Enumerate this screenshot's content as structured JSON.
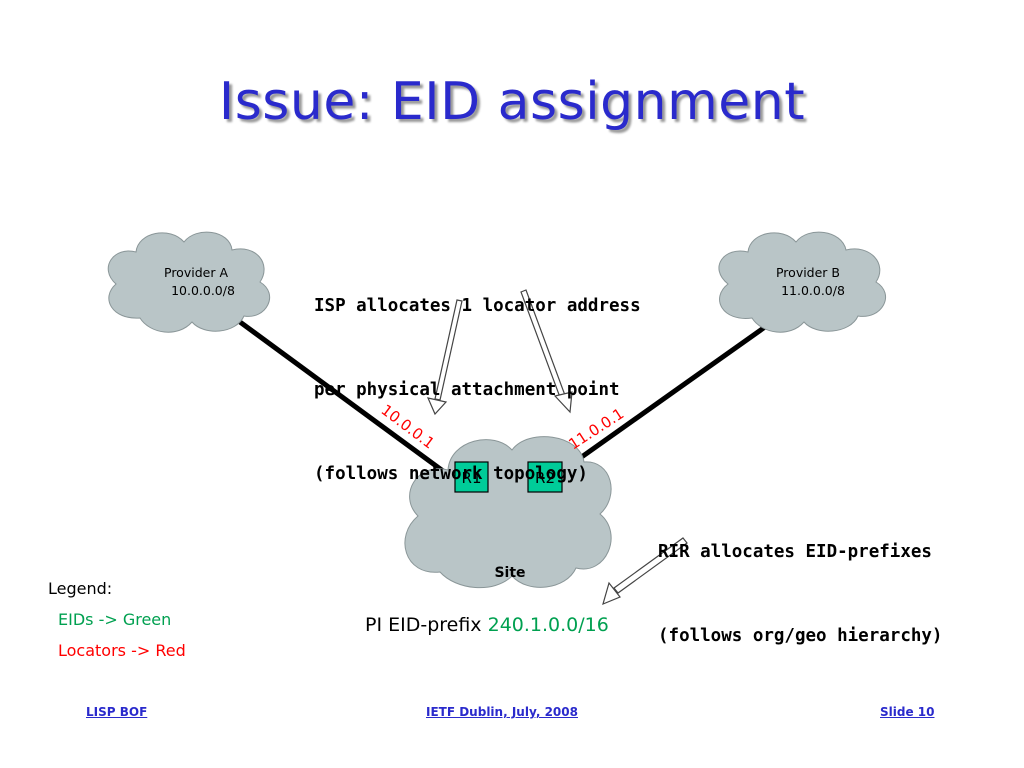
{
  "slide": {
    "title": "Issue: EID assignment"
  },
  "clouds": {
    "provider_a": {
      "name": "Provider A",
      "prefix": "10.0.0.0/8"
    },
    "provider_b": {
      "name": "Provider B",
      "prefix": "11.0.0.0/8"
    },
    "site": {
      "name": "Site"
    }
  },
  "routers": {
    "r1": "R1",
    "r2": "R2"
  },
  "locators": {
    "left": "10.0.0.1",
    "right": "11.0.0.1"
  },
  "annotations": {
    "isp": [
      "ISP allocates 1 locator address",
      "per physical attachment point",
      "(follows network topology)"
    ],
    "rir": [
      "RIR allocates EID-prefixes",
      "(follows org/geo hierarchy)"
    ]
  },
  "pi_prefix": {
    "label": "PI EID-prefix",
    "value": "240.1.0.0/16"
  },
  "legend": {
    "title": "Legend:",
    "eids": "EIDs -> Green",
    "locators": "Locators -> Red"
  },
  "footer": {
    "left": "LISP BOF",
    "center": "IETF Dublin, July, 2008",
    "right": "Slide 10"
  },
  "colors": {
    "title": "#2a2acc",
    "eid_green": "#00a050",
    "locator_red": "#ff0000",
    "cloud_fill": "#b9c5c7",
    "router_fill": "#00cc99"
  }
}
